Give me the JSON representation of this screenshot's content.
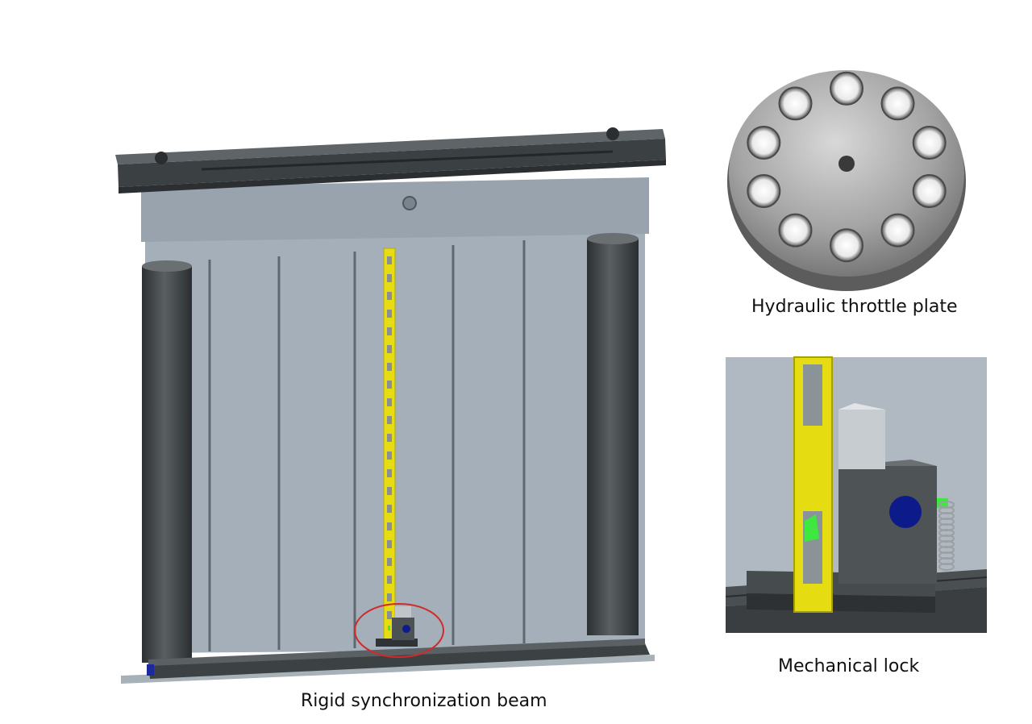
{
  "captions": {
    "main": "Rigid synchronization beam",
    "throttle": "Hydraulic throttle plate",
    "lock": "Mechanical lock"
  },
  "colors": {
    "frame_dark": "#3f4446",
    "panel": "#a6b1bb",
    "rack_yellow": "#e6dc12",
    "highlight_circle": "#d22a2a",
    "lock_blue": "#0d1a8a",
    "lock_green": "#3ee83e"
  }
}
